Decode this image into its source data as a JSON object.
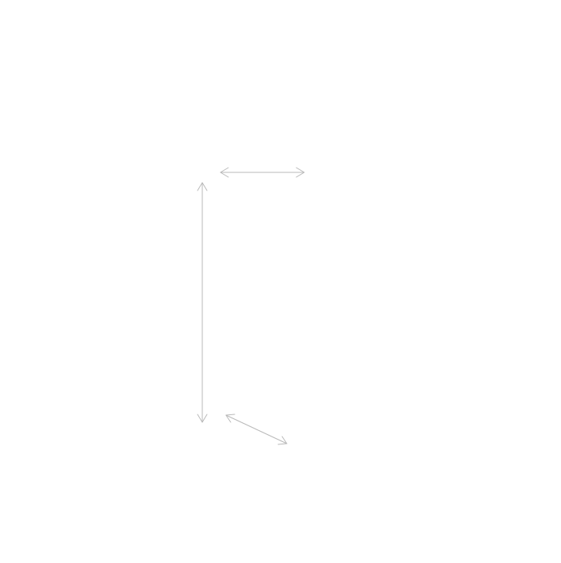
{
  "canvas": {
    "background": "#ffffff"
  },
  "diagram": {
    "stroke_color": "#b9b9b9",
    "arrows": [
      {
        "id": "horizontal-arrow",
        "icon": "double-headed-arrow-icon"
      },
      {
        "id": "vertical-arrow",
        "icon": "double-headed-arrow-icon"
      },
      {
        "id": "diagonal-arrow",
        "icon": "double-headed-arrow-icon"
      }
    ]
  }
}
